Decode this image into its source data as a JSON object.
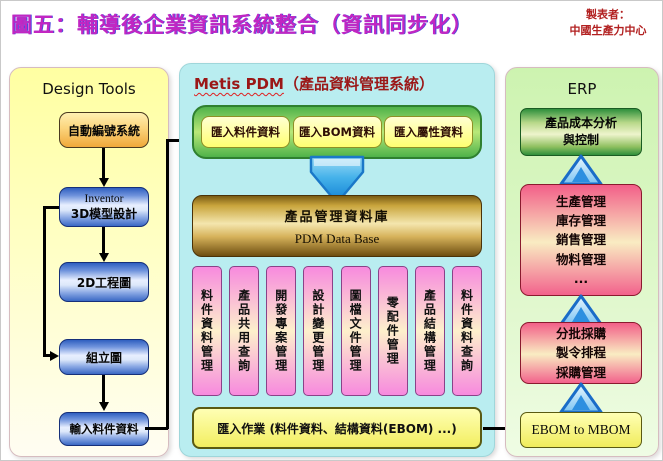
{
  "header": {
    "title": "圖五：輔導後企業資訊系統整合（資訊同步化）",
    "creator_line1": "製表者：",
    "creator_line2": "中國生產力中心"
  },
  "design_tools": {
    "label": "Design Tools",
    "auto_number": "自動編號系統",
    "inventor_line1": "Inventor",
    "inventor_line2": "3D模型設計",
    "drawing_2d": "2D工程圖",
    "assembly": "組立圖",
    "input_parts": "輸入料件資料"
  },
  "pdm": {
    "title_en": "Metis PDM",
    "title_zh": "（產品資料管理系統）",
    "import_boxes": [
      "匯入料件資料",
      "匯入BOM資料",
      "匯入屬性資料"
    ],
    "database_line1": "產品管理資料庫",
    "database_line2": "PDM Data Base",
    "modules": [
      "料件資料管理",
      "產品共用查詢",
      "開發專案管理",
      "設計變更管理",
      "圖檔文件管理",
      "零配件管理",
      "產品結構管理",
      "料件資料查詢"
    ],
    "import_job": "匯入作業 (料件資料、結構資料(EBOM) ...)"
  },
  "erp": {
    "label": "ERP",
    "cost_line1": "產品成本分析",
    "cost_line2": "與控制",
    "mgmt_lines": [
      "生產管理",
      "庫存管理",
      "銷售管理",
      "物料管理",
      "..."
    ],
    "purchase_lines": [
      "分批採購",
      "製令排程",
      "採購管理"
    ],
    "ebom": "EBOM to MBOM"
  },
  "colors": {
    "title": "#c226c2",
    "creator_red": "#b22020",
    "pdm_header_red": "#9b1717",
    "panel_yellow": "#ffffc4",
    "panel_cyan": "#b9edf0",
    "panel_green": "#ddf7c8",
    "arrow_blue": "#1d90e0"
  }
}
